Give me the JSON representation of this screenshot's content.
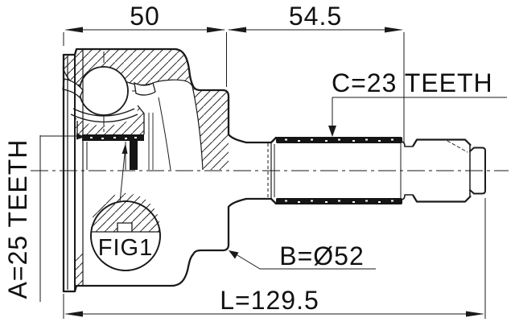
{
  "title": "CV joint outer technical drawing",
  "labels": {
    "dim_housing_length": "50",
    "dim_shaft_length": "54.5",
    "shaft_spline": "C=23 TEETH",
    "inner_spline": "A=25 TEETH",
    "figure": "FIG1",
    "outer_diameter": "B=Ø52",
    "total_length": "L=129.5"
  },
  "colors": {
    "ink": "#1a1a1a",
    "background": "#ffffff"
  }
}
